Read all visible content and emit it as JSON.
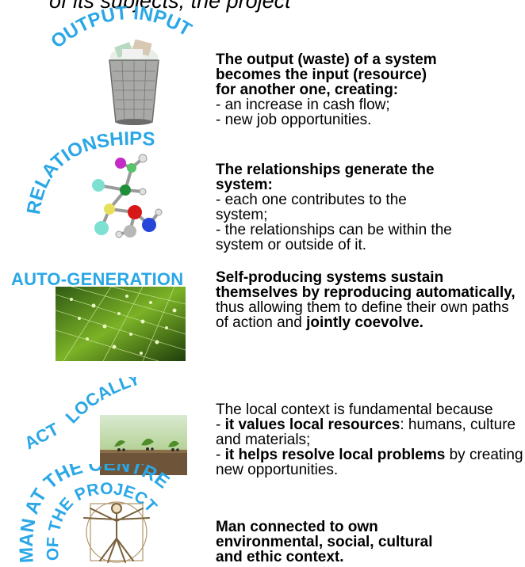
{
  "top_cut_text": "of its subjects, the project",
  "sections": [
    {
      "label": "OUTPUT INPUT",
      "icon": "trash-bin-icon",
      "lines": [
        {
          "bold": true,
          "text": "The output (waste) of a system"
        },
        {
          "bold": true,
          "text": "becomes the input (resource)"
        },
        {
          "bold": true,
          "text": "for another one, creating:"
        },
        {
          "bold": false,
          "text": "- an increase in cash flow;"
        },
        {
          "bold": false,
          "text": "- new job opportunities."
        }
      ]
    },
    {
      "label": "RELATIONSHIPS",
      "icon": "molecule-icon",
      "lines": [
        {
          "bold": true,
          "text": "The relationships generate the"
        },
        {
          "bold": true,
          "text": "system:"
        },
        {
          "bold": false,
          "text": "-  each one contributes to the"
        },
        {
          "bold": false,
          "text": "system;"
        },
        {
          "bold": false,
          "text": "-  the relationships can be within the"
        },
        {
          "bold": false,
          "text": "system or outside of it."
        }
      ]
    },
    {
      "label": "AUTO-GENERATION",
      "icon": "dewdrop-web-icon",
      "p1": "Self-producing systems sustain themselves by reproducing ",
      "b1": "automatically,",
      "p2": " thus allowing them to define their own paths of action and ",
      "b2": "jointly coevolve."
    },
    {
      "label_part1": "ACT",
      "label_part2": "LOCALLY",
      "icon": "ants-on-soil-icon",
      "t1": "The local context is fundamental because",
      "t2": "- ",
      "b1": "it values local resources",
      "t3": ": humans, culture and materials;",
      "t4": "- ",
      "b2": "it helps resolve local problems",
      "t5": " by creating new opportunities."
    },
    {
      "label_line1": "MAN AT THE CENTRE",
      "label_line2": "OF THE PROJECT",
      "icon": "vitruvian-man-icon",
      "lines": [
        {
          "bold": true,
          "text": "Man connected to own"
        },
        {
          "bold": true,
          "text": "environmental, social, cultural"
        },
        {
          "bold": true,
          "text": "and ethic context."
        }
      ]
    }
  ],
  "colors": {
    "label_blue": "#2aa7e6"
  }
}
